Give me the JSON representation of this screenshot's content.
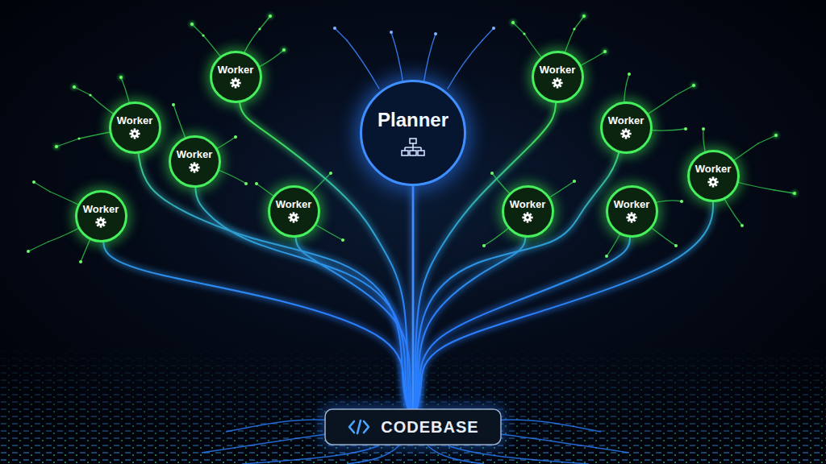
{
  "diagram": {
    "nodes": [
      {
        "text": [
          "Planner"
        ]
      },
      {
        "text": [
          "Worker"
        ]
      },
      {
        "text": [
          "Worker"
        ]
      },
      {
        "text": [
          "Worker"
        ]
      },
      {
        "text": [
          "Worker"
        ]
      },
      {
        "text": [
          "Worker"
        ]
      },
      {
        "text": [
          "Worker"
        ]
      },
      {
        "text": [
          "Worker"
        ]
      },
      {
        "text": [
          "Worker"
        ]
      },
      {
        "text": [
          "Worker"
        ]
      },
      {
        "text": [
          "Worker"
        ]
      },
      {
        "text": [
          "CODEBASE"
        ]
      }
    ],
    "edges": [
      {
        "from": 11,
        "to": 0,
        "arrow": "none"
      },
      {
        "from": 11,
        "to": 1,
        "arrow": "none"
      },
      {
        "from": 11,
        "to": 2,
        "arrow": "none"
      },
      {
        "from": 11,
        "to": 3,
        "arrow": "none"
      },
      {
        "from": 11,
        "to": 4,
        "arrow": "none"
      },
      {
        "from": 11,
        "to": 5,
        "arrow": "none"
      },
      {
        "from": 11,
        "to": 6,
        "arrow": "none"
      },
      {
        "from": 11,
        "to": 7,
        "arrow": "none"
      },
      {
        "from": 11,
        "to": 8,
        "arrow": "none"
      },
      {
        "from": 11,
        "to": 9,
        "arrow": "none"
      },
      {
        "from": 11,
        "to": 10,
        "arrow": "none"
      }
    ]
  }
}
